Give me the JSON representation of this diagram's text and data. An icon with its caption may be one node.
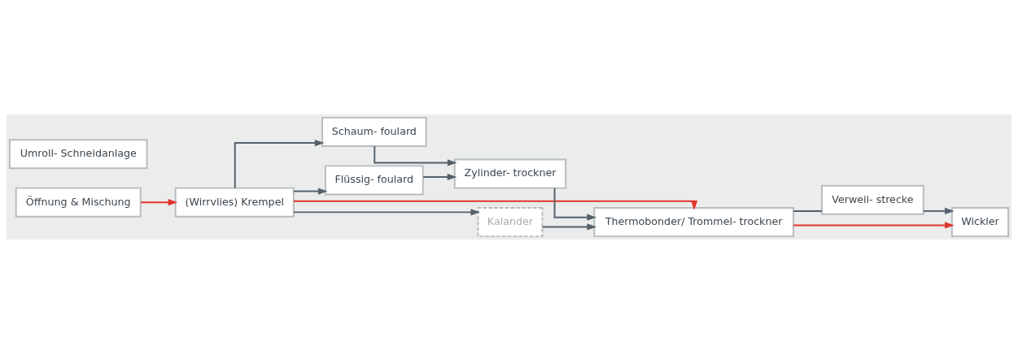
{
  "diagram": {
    "nodes": [
      {
        "text": [
          "Öffnung & Mischung"
        ]
      },
      {
        "text": [
          "(Wirrvlies) Krempel"
        ]
      },
      {
        "text": [
          "Schaum- foulard"
        ]
      },
      {
        "text": [
          "Flüssig- foulard"
        ]
      },
      {
        "text": [
          "Zylinder- trockner"
        ]
      },
      {
        "text": [
          "Kalander"
        ]
      },
      {
        "text": [
          "Thermobonder/ Trommel- trockner"
        ]
      },
      {
        "text": [
          "Verweil- strecke"
        ]
      },
      {
        "text": [
          "Wickler"
        ]
      },
      {
        "text": [
          "Umroll- Schneidanlage"
        ]
      }
    ],
    "edges": [
      {
        "from": 0,
        "to": 1,
        "arrow": "to",
        "color": "#e0352b"
      },
      {
        "from": 1,
        "to": 2,
        "arrow": "to"
      },
      {
        "from": 1,
        "to": 3,
        "arrow": "to"
      },
      {
        "from": 1,
        "to": 5,
        "arrow": "to"
      },
      {
        "from": 1,
        "to": 6,
        "arrow": "to",
        "color": "#e0352b"
      },
      {
        "from": 2,
        "to": 4,
        "arrow": "to"
      },
      {
        "from": 3,
        "to": 4,
        "arrow": "to"
      },
      {
        "from": 4,
        "to": 6,
        "arrow": "to"
      },
      {
        "from": 5,
        "to": 6,
        "arrow": "to"
      },
      {
        "from": 6,
        "to": 7,
        "arrow": "none"
      },
      {
        "from": 7,
        "to": 8,
        "arrow": "to"
      },
      {
        "from": 6,
        "to": 8,
        "arrow": "to",
        "color": "#e0352b"
      }
    ]
  }
}
